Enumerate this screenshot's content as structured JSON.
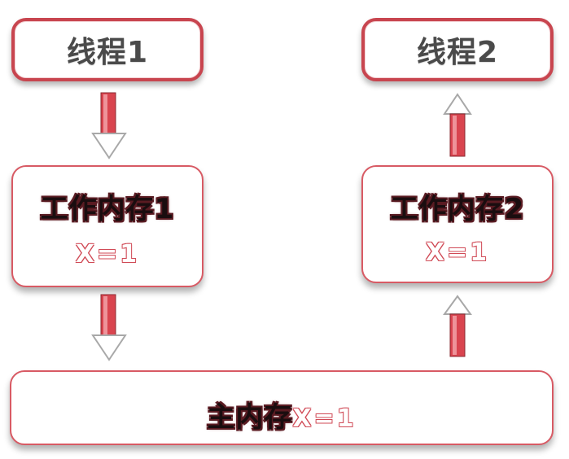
{
  "thread1": {
    "label": "线程1"
  },
  "thread2": {
    "label": "线程2"
  },
  "work_memory1": {
    "title": "工作内存1",
    "value": "X=1"
  },
  "work_memory2": {
    "title": "工作内存2",
    "value": "X=1"
  },
  "main_memory": {
    "title": "主内存",
    "value": "X=1"
  },
  "colors": {
    "accent": "#c8454f",
    "arrow_fill": "#d9444f",
    "text_dark": "#4a4a4a"
  }
}
